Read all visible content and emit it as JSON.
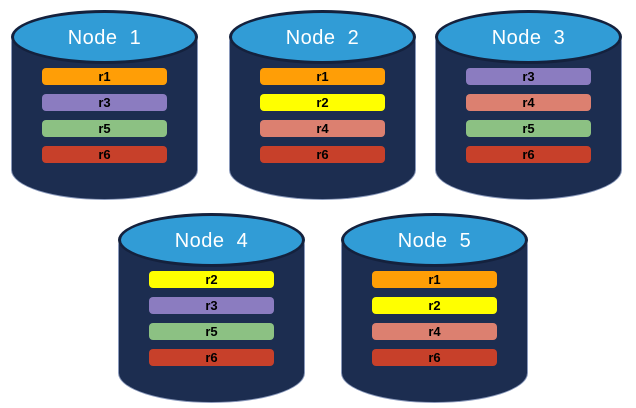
{
  "diagram": {
    "description": "Five database cylinder nodes showing replica placement",
    "nodes": [
      {
        "label": "Node  1",
        "replicas": [
          "r1",
          "r3",
          "r5",
          "r6"
        ]
      },
      {
        "label": "Node  2",
        "replicas": [
          "r1",
          "r2",
          "r4",
          "r6"
        ]
      },
      {
        "label": "Node  3",
        "replicas": [
          "r3",
          "r4",
          "r5",
          "r6"
        ]
      },
      {
        "label": "Node  4",
        "replicas": [
          "r2",
          "r3",
          "r5",
          "r6"
        ]
      },
      {
        "label": "Node  5",
        "replicas": [
          "r1",
          "r2",
          "r4",
          "r6"
        ]
      }
    ]
  },
  "colors": {
    "background": "#FFFFFF",
    "cylinder_body": "#1C2D50",
    "cylinder_top": "#319CD6",
    "cylinder_outline": "#14213D",
    "edge_highlight": "#8A99BB",
    "node_label_text": "#FFFFFF",
    "bar_label_text": "#000000",
    "replicas": {
      "r1": "#FF9E06",
      "r2": "#FFFF00",
      "r3": "#8B7CC0",
      "r4": "#DC8070",
      "r5": "#8CC183",
      "r6": "#C7402A"
    }
  }
}
